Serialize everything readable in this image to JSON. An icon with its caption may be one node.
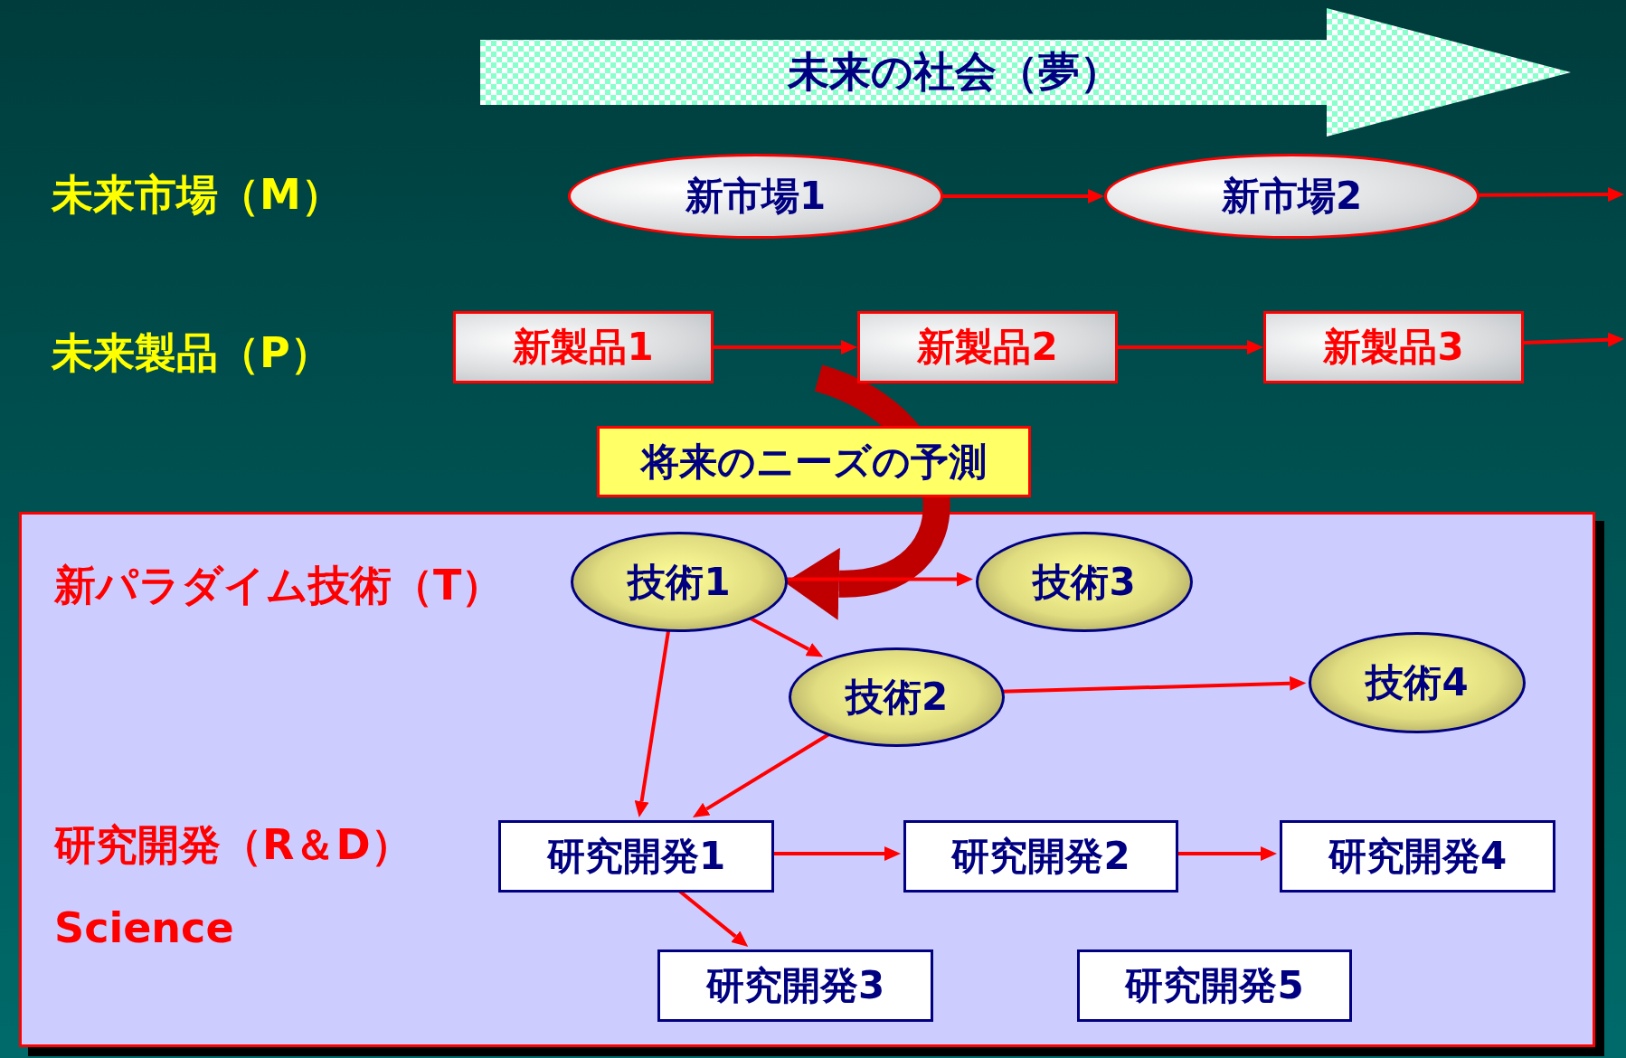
{
  "diagram": {
    "nodes": [
      {
        "text": [
          "未来の社会（夢）"
        ]
      },
      {
        "text": [
          "新市場1"
        ]
      },
      {
        "text": [
          "新市場2"
        ]
      },
      {
        "text": [
          "新製品1"
        ]
      },
      {
        "text": [
          "新製品2"
        ]
      },
      {
        "text": [
          "新製品3"
        ]
      },
      {
        "text": [
          "将来のニーズの予測"
        ]
      },
      {
        "text": [
          "新パラダイム技術（T）",
          "研究開発（R＆D）",
          "Science"
        ]
      },
      {
        "text": [
          "技術1"
        ],
        "in": 7
      },
      {
        "text": [
          "技術3"
        ],
        "in": 7
      },
      {
        "text": [
          "技術2"
        ],
        "in": 7
      },
      {
        "text": [
          "技術4"
        ],
        "in": 7
      },
      {
        "text": [
          "研究開発1"
        ],
        "in": 7
      },
      {
        "text": [
          "研究開発2"
        ],
        "in": 7
      },
      {
        "text": [
          "研究開発4"
        ],
        "in": 7
      },
      {
        "text": [
          "研究開発3"
        ],
        "in": 7
      },
      {
        "text": [
          "研究開発5"
        ],
        "in": 7
      }
    ],
    "edges": [
      {
        "from": 1,
        "to": 2,
        "arrow": "to"
      },
      {
        "from": 2,
        "to": null,
        "arrow": "to"
      },
      {
        "from": 3,
        "to": 4,
        "arrow": "to"
      },
      {
        "from": 4,
        "to": 5,
        "arrow": "to"
      },
      {
        "from": 5,
        "to": null,
        "arrow": "to"
      },
      {
        "from": null,
        "to": 8,
        "arrow": "to",
        "style": "thick",
        "color": "#c00000"
      },
      {
        "from": 8,
        "to": 9,
        "arrow": "to"
      },
      {
        "from": 8,
        "to": 10,
        "arrow": "to"
      },
      {
        "from": 8,
        "to": 12,
        "arrow": "to"
      },
      {
        "from": 10,
        "to": 12,
        "arrow": "to"
      },
      {
        "from": 10,
        "to": 11,
        "arrow": "to"
      },
      {
        "from": 12,
        "to": 13,
        "arrow": "to"
      },
      {
        "from": 13,
        "to": 14,
        "arrow": "to"
      },
      {
        "from": 12,
        "to": 15,
        "arrow": "to"
      }
    ],
    "labels": [
      "未来市場（M）",
      "未来製品（P）"
    ]
  }
}
